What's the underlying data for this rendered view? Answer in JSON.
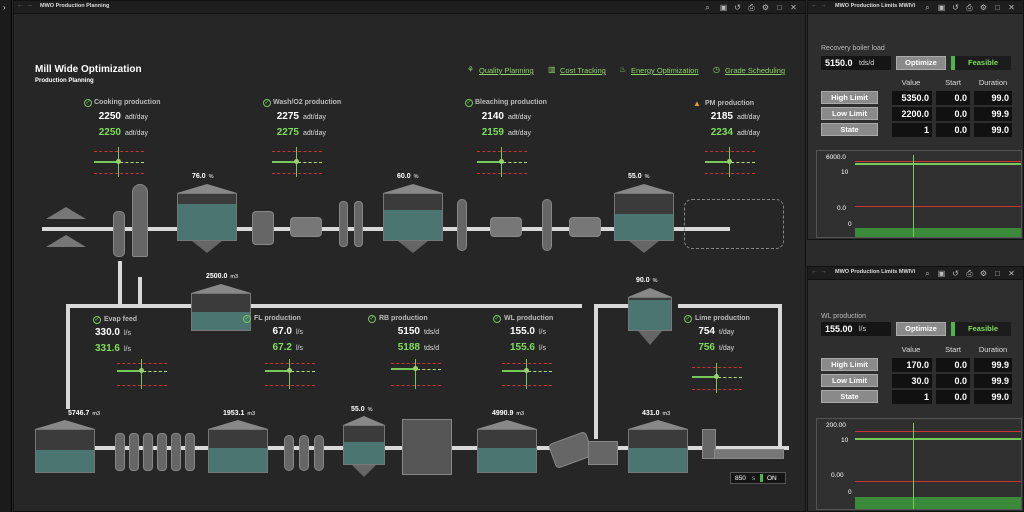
{
  "main_window": {
    "title": "MWO Production Planning",
    "page_title": "Mill Wide Optimization",
    "page_subtitle": "Production Planning",
    "nav_links": [
      "Quality Planning",
      "Cost Tracking",
      "Energy Optimization",
      "Grade Scheduling"
    ],
    "kpis_top": [
      {
        "label": "Cooking production",
        "status": "ok",
        "v1": "2250",
        "v2": "2250",
        "unit": "adt/day"
      },
      {
        "label": "Wash/O2 production",
        "status": "ok",
        "v1": "2275",
        "v2": "2275",
        "unit": "adt/day"
      },
      {
        "label": "Bleaching production",
        "status": "ok",
        "v1": "2140",
        "v2": "2159",
        "unit": "adt/day"
      },
      {
        "label": "PM production",
        "status": "warning",
        "v1": "2185",
        "v2": "2234",
        "unit": "adt/day"
      }
    ],
    "kpis_bottom": [
      {
        "label": "Evap feed",
        "v1": "330.0",
        "v2": "331.6",
        "unit": "l/s"
      },
      {
        "label": "FL production",
        "v1": "67.0",
        "v2": "67.2",
        "unit": "l/s"
      },
      {
        "label": "RB production",
        "v1": "5150",
        "v2": "5188",
        "unit": "tds/d"
      },
      {
        "label": "WL production",
        "v1": "155.0",
        "v2": "155.6",
        "unit": "l/s"
      },
      {
        "label": "Lime production",
        "v1": "754",
        "v2": "756",
        "unit": "t/day"
      }
    ],
    "tank_levels": {
      "t1": {
        "value": "76.0",
        "unit": "%"
      },
      "t2": {
        "value": "60.0",
        "unit": "%"
      },
      "t3": {
        "value": "55.0",
        "unit": "%"
      },
      "t4": {
        "value": "2500.0",
        "unit": "m3"
      },
      "t5": {
        "value": "90.0",
        "unit": "%"
      },
      "t6": {
        "value": "5746.7",
        "unit": "m3"
      },
      "t7": {
        "value": "1953.1",
        "unit": "m3"
      },
      "t8": {
        "value": "55.0",
        "unit": "%"
      },
      "t9": {
        "value": "4990.9",
        "unit": "m3"
      },
      "t10": {
        "value": "431.0",
        "unit": "m3"
      }
    },
    "footer": {
      "speed": "850",
      "speed_unit": "s",
      "toggle": "ON"
    }
  },
  "panel1": {
    "title": "MWO Production Limits MWIVi",
    "label": "Recovery boiler load",
    "value": "5150.0",
    "unit": "tds/d",
    "optimize": "Optimize",
    "status": "Feasible",
    "col_headers": [
      "Value",
      "Start",
      "Duration"
    ],
    "rows": [
      {
        "name": "High Limit",
        "value": "5350.0",
        "start": "0.0",
        "duration": "99.0"
      },
      {
        "name": "Low Limit",
        "value": "2200.0",
        "start": "0.0",
        "duration": "99.9"
      },
      {
        "name": "State",
        "value": "1",
        "start": "0.0",
        "duration": "99.0"
      }
    ],
    "trend_labels": [
      "6000.0",
      "10",
      "0.0",
      "0"
    ]
  },
  "panel2": {
    "title": "MWO Production Limits MWIVi",
    "label": "WL production",
    "value": "155.00",
    "unit": "l/s",
    "optimize": "Optimize",
    "status": "Feasible",
    "col_headers": [
      "Value",
      "Start",
      "Duration"
    ],
    "rows": [
      {
        "name": "High Limit",
        "value": "170.0",
        "start": "0.0",
        "duration": "99.9"
      },
      {
        "name": "Low Limit",
        "value": "30.0",
        "start": "0.0",
        "duration": "99.9"
      },
      {
        "name": "State",
        "value": "1",
        "start": "0.0",
        "duration": "99.0"
      }
    ],
    "trend_labels": [
      "200.00",
      "10",
      "0.00",
      "0"
    ]
  },
  "colors": {
    "accent_green": "#7fdc5a",
    "limit_red": "#cc3333",
    "warning": "#e8a02b",
    "liquid": "#4a7570"
  }
}
